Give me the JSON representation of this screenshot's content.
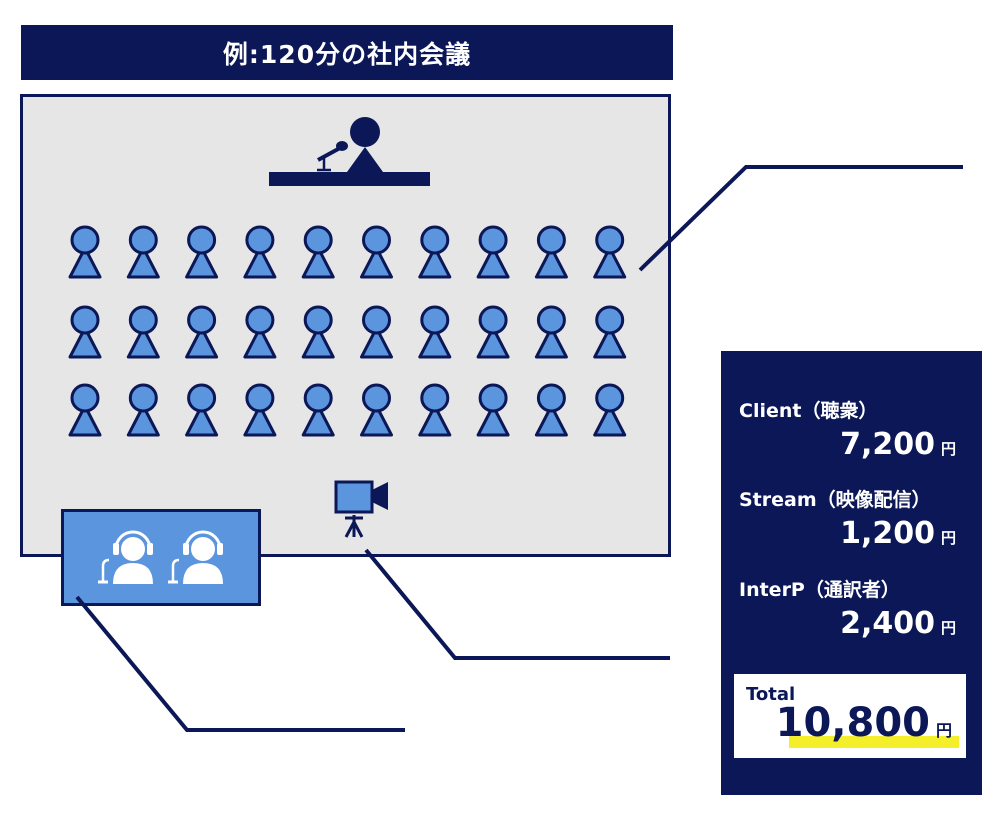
{
  "title": "例:120分の社内会議",
  "cost_panel": {
    "items": [
      {
        "label": "Client（聴衆）",
        "value": "7,200",
        "unit": "円"
      },
      {
        "label": "Stream（映像配信）",
        "value": "1,200",
        "unit": "円"
      },
      {
        "label": "InterP（通訳者）",
        "value": "2,400",
        "unit": "円"
      }
    ],
    "total_label": "Total",
    "total_value": "10,800",
    "total_unit": "円"
  },
  "audience": {
    "rows": 3,
    "per_row": 10
  },
  "interpreters": 2,
  "colors": {
    "navy": "#0b1756",
    "person_blue": "#5b95dd",
    "room_gray": "#e6e6e6",
    "highlight": "#f5ee2b"
  }
}
